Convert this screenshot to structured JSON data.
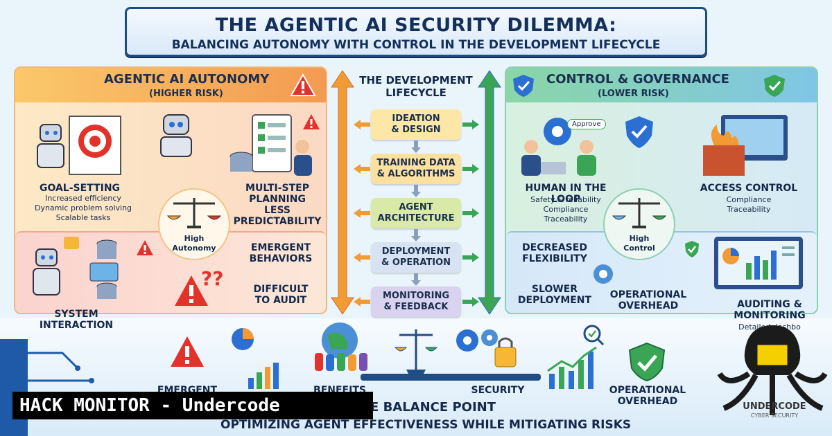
{
  "title": {
    "line1": "THE AGENTIC AI SECURITY DILEMMA:",
    "line2": "BALANCING AUTONOMY WITH CONTROL IN THE DEVELOPMENT LIFECYCLE"
  },
  "left_panel": {
    "title": "AGENTIC AI AUTONOMY",
    "subtitle": "(HIGHER RISK)",
    "goal_setting": {
      "label": "GOAL-SETTING",
      "items": [
        "Increased efficiency",
        "Dynamic problem solving",
        "Scalable tasks"
      ]
    },
    "multi_step": {
      "line1": "MULTI-STEP",
      "line2": "PLANNING",
      "line3": "LESS",
      "line4": "PREDICTABILITY"
    },
    "scale": {
      "line1": "High",
      "line2": "Autonomy"
    },
    "emergent": {
      "line1": "EMERGENT",
      "line2": "BEHAVIORS"
    },
    "audit": {
      "line1": "DIFFICULT",
      "line2": "TO AUDIT"
    },
    "system": {
      "line1": "SYSTEM",
      "line2": "INTERACTION"
    }
  },
  "center": {
    "title_line1": "THE DEVELOPMENT",
    "title_line2": "LIFECYCLE",
    "steps": [
      {
        "line1": "IDEATION",
        "line2": "& DESIGN",
        "color": "#fde7a6"
      },
      {
        "line1": "TRAINING DATA",
        "line2": "& ALGORITHMS",
        "color": "#fbe0a0"
      },
      {
        "line1": "AGENT",
        "line2": "ARCHITECTURE",
        "color": "#d9eaa8"
      },
      {
        "line1": "DEPLOYMENT",
        "line2": "& OPERATION",
        "color": "#d7e3f2"
      },
      {
        "line1": "MONITORING",
        "line2": "& FEEDBACK",
        "color": "#d9d3ef"
      }
    ]
  },
  "right_panel": {
    "title": "CONTROL & GOVERNANCE",
    "subtitle": "(LOWER RISK)",
    "approve": "Approve",
    "human_loop": {
      "label": "HUMAN IN THE LOOP",
      "items": [
        "Safety & reliability",
        "Compliance",
        "Traceability"
      ]
    },
    "access": {
      "label": "ACCESS CONTROL",
      "items": [
        "Compliance",
        "Traceability"
      ]
    },
    "scale": {
      "line1": "High",
      "line2": "Control"
    },
    "flex": {
      "line1": "DECREASED",
      "line2": "FLEXIBILITY"
    },
    "slower": {
      "line1": "SLOWER",
      "line2": "DEPLOYMENT"
    },
    "overhead": {
      "line1": "OPERATIONAL",
      "line2": "OVERHEAD"
    },
    "auditing": {
      "line1": "AUDITING &",
      "line2": "MONITORING",
      "line3": "Detailed dashbo"
    }
  },
  "bottom": {
    "emergent": "EMERGENT",
    "benefits": "BENEFITS",
    "security": "SECURITY",
    "overhead_line1": "OPERATIONAL",
    "overhead_line2": "OVERHEAD",
    "balance_point": "E BALANCE POINT",
    "tagline": "OPTIMIZING AGENT EFFECTIVENESS WHILE MITIGATING RISKS"
  },
  "overlay": {
    "text": "HACK MONITOR - Undercode"
  },
  "logo": {
    "text": "UNDERCODE",
    "sub": "CYBER SECURITY"
  },
  "colors": {
    "navy": "#14305a",
    "warning_red": "#e2332b",
    "shield_blue": "#2a6fd1",
    "check_green": "#3aa655",
    "arrow_orange": "#f08a2c",
    "arrow_blue": "#2c6bd6"
  }
}
